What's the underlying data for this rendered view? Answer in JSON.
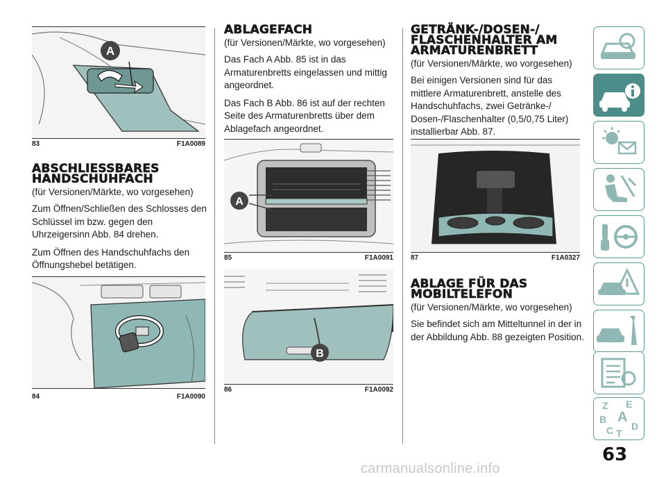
{
  "figures": {
    "f83": {
      "num": "83",
      "code": "F1A0089",
      "label_a": "A"
    },
    "f84": {
      "num": "84",
      "code": "F1A0090"
    },
    "f85": {
      "num": "85",
      "code": "F1A0091",
      "label_a": "A"
    },
    "f86": {
      "num": "86",
      "code": "F1A0092",
      "label_b": "B"
    },
    "f87": {
      "num": "87",
      "code": "F1A0327"
    }
  },
  "col1": {
    "heading": "ABSCHLIESSBARES HANDSCHUHFACH",
    "subtitle": "(für Versionen/Märkte, wo vorgesehen)",
    "p1": "Zum Öffnen/Schließen des Schlosses den Schlüssel im bzw. gegen den Uhrzeigersinn Abb. 84 drehen.",
    "p2": "Zum Öffnen des Handschuhfachs den Öffnungshebel betätigen."
  },
  "col2": {
    "heading": "ABLAGEFACH",
    "subtitle": "(für Versionen/Märkte, wo vorgesehen)",
    "p1": "Das Fach A Abb. 85 ist in das Armaturenbretts eingelassen und mittig angeordnet.",
    "p2": "Das Fach B Abb. 86 ist auf der rechten Seite des Armaturenbretts über dem Ablagefach angeordnet."
  },
  "col3": {
    "heading": "GETRÄNK-/DOSEN-/ FLASCHENHALTER AM ARMATURENBRETT",
    "subtitle": "(für Versionen/Märkte, wo vorgesehen)",
    "p1": "Bei einigen Versionen sind für das mittlere Armaturenbrett, anstelle des Handschuhfachs, zwei Getränke-/ Dosen-/Flaschenhalter (0,5/0,75 Liter) installierbar Abb. 87.",
    "heading2": "ABLAGE FÜR DAS MOBILTELEFON",
    "subtitle2": "(für Versionen/Märkte, wo vorgesehen)",
    "p2": "Sie befindet sich am Mitteltunnel in der in der Abbildung Abb. 88 gezeigten Position."
  },
  "tabs": [
    {
      "icon": "car-dashboard-icon"
    },
    {
      "icon": "car-info-icon",
      "active": true
    },
    {
      "icon": "warning-light-icon"
    },
    {
      "icon": "seat-airbag-icon"
    },
    {
      "icon": "key-steering-icon"
    },
    {
      "icon": "car-warning-icon"
    },
    {
      "icon": "car-service-icon"
    },
    {
      "icon": "technical-data-icon"
    },
    {
      "icon": "alphabet-index-icon"
    }
  ],
  "tab_letters": {
    "z": "Z",
    "e": "E",
    "b": "B",
    "a": "A",
    "c": "C",
    "t": "T",
    "d": "D"
  },
  "page_number": "63",
  "watermark": "carmanualsonline.info",
  "colors": {
    "accent": "#4d8d89",
    "panel": "#8fb7b3"
  }
}
